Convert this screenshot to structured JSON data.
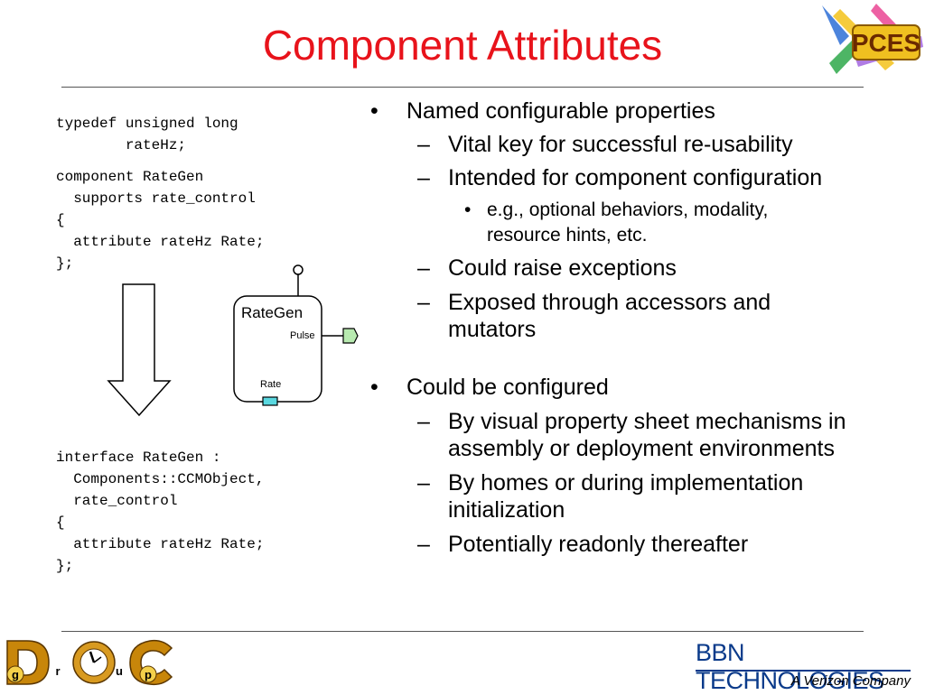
{
  "slide": {
    "title": "Component Attributes"
  },
  "code": {
    "typedef": "typedef unsigned long\n        rateHz;",
    "component": "component RateGen\n  supports rate_control\n{\n  attribute rateHz Rate;\n};",
    "interface": "interface RateGen :\n  Components::CCMObject,\n  rate_control\n{\n  attribute rateHz Rate;\n};"
  },
  "diagram": {
    "component_label": "RateGen",
    "port_out_label": "Pulse",
    "attr_label": "Rate",
    "colors": {
      "port_out": "#b8eab0",
      "attr": "#5ad8e0"
    }
  },
  "bullets": {
    "b1": "Named configurable properties",
    "b1_s1": "Vital key for successful re-usability",
    "b1_s2": "Intended for component configuration",
    "b1_s2_t1_line1": "e.g., optional behaviors, modality,",
    "b1_s2_t1_line2": "resource hints, etc.",
    "b1_s3": "Could raise exceptions",
    "b1_s4_line1": "Exposed through accessors and",
    "b1_s4_line2": "mutators",
    "b2": "Could be configured",
    "b2_s1_line1": "By visual property sheet mechanisms in",
    "b2_s1_line2": "assembly or deployment environments",
    "b2_s2_line1": "By homes or during implementation",
    "b2_s2_line2": "initialization",
    "b2_s3": "Potentially readonly thereafter",
    "marker_bullet": "•",
    "marker_dash": "–"
  },
  "logos": {
    "pces": "PCES",
    "doc_letters": [
      "g",
      "r",
      "u",
      "p"
    ],
    "bbn_name": "BBN TECHNOLOGIES",
    "bbn_tagline": "A Verizon Company"
  },
  "colors": {
    "title": "#e8131b",
    "bbn_blue": "#0a3a8a",
    "rule": "#555555"
  }
}
